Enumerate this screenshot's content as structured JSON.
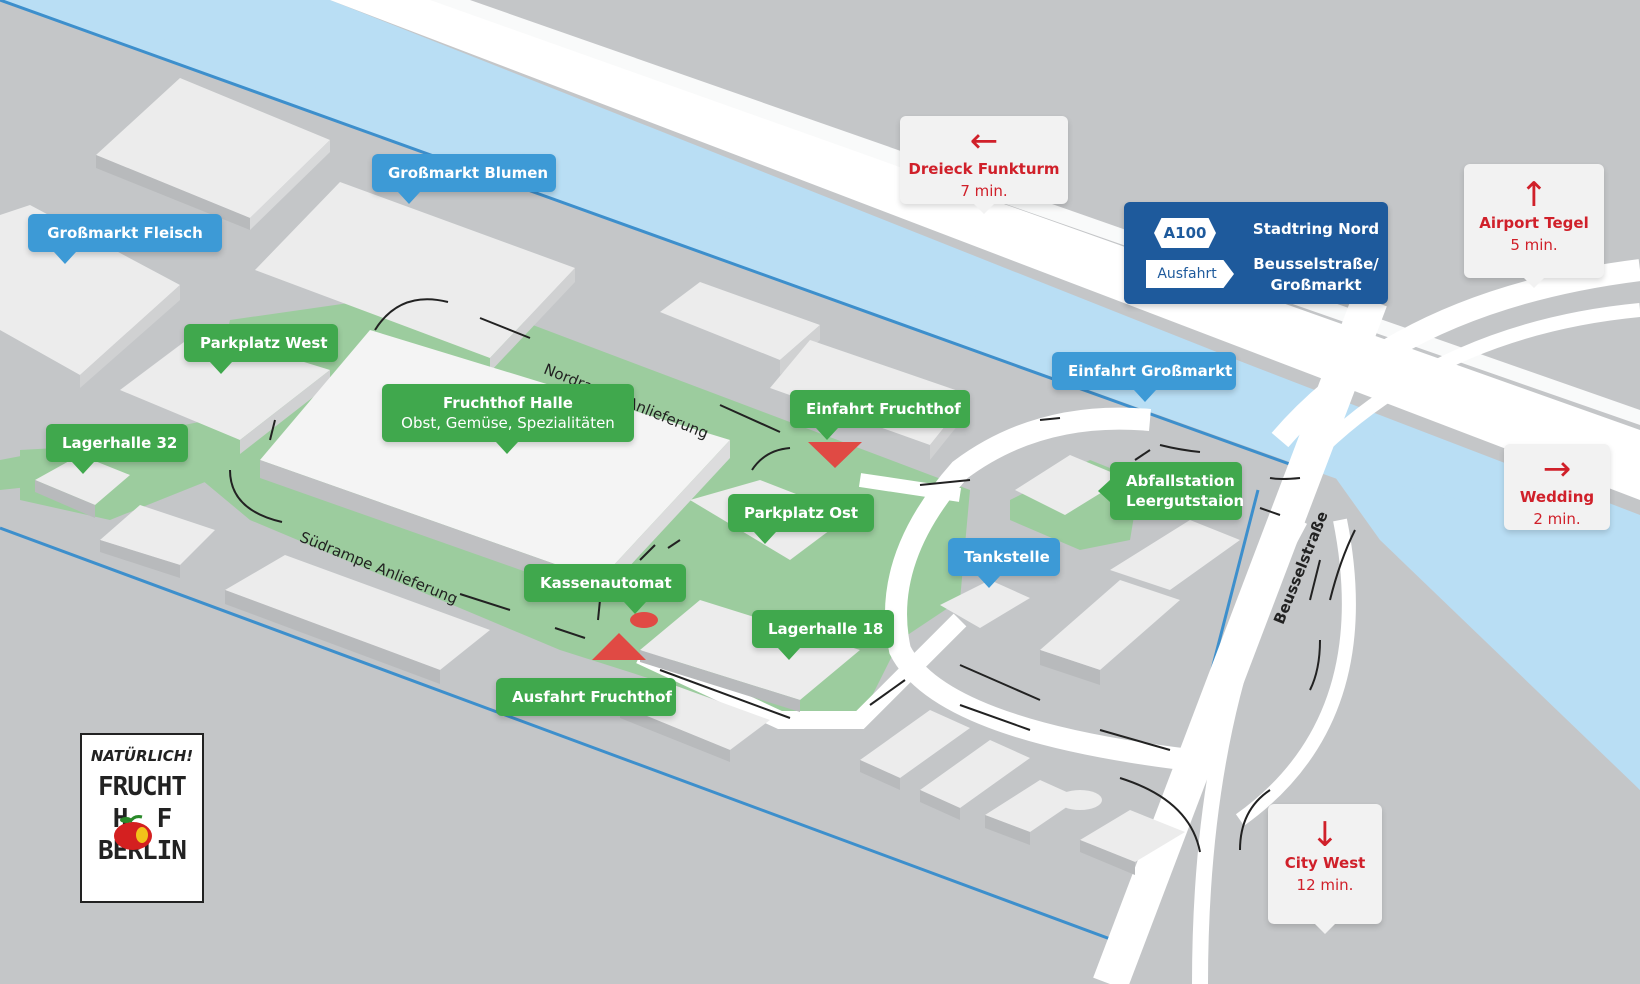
{
  "labels": {
    "grossmarkt_blumen": "Großmarkt Blumen",
    "grossmarkt_fleisch": "Großmarkt Fleisch",
    "parkplatz_west": "Parkplatz West",
    "lagerhalle_32": "Lagerhalle 32",
    "fruchthof_halle": "Fruchthof Halle",
    "fruchthof_halle_sub": "Obst, Gemüse, Spezialitäten",
    "einfahrt_fruchthof": "Einfahrt Fruchthof",
    "parkplatz_ost": "Parkplatz Ost",
    "kassenautomat": "Kassenautomat",
    "lagerhalle_18": "Lagerhalle 18",
    "ausfahrt_fruchthof": "Ausfahrt Fruchthof",
    "einfahrt_grossmarkt": "Einfahrt Großmarkt",
    "abfallstation": "Abfallstation",
    "leergutstaion": "Leergutstaion",
    "tankstelle": "Tankstelle"
  },
  "road_labels": {
    "nordrampe": "Nordrampe Anlieferung",
    "suedrampe": "Südrampe Anlieferung",
    "beusselstrasse": "Beusselstraße"
  },
  "destinations": [
    {
      "arrow": "←",
      "name": "Dreieck Funkturm",
      "time": "7 min."
    },
    {
      "arrow": "↑",
      "name": "Airport Tegel",
      "time": "5 min."
    },
    {
      "arrow": "→",
      "name": "Wedding",
      "time": "2 min."
    },
    {
      "arrow": "↓",
      "name": "City West",
      "time": "12 min."
    }
  ],
  "highway": {
    "shield": "A100",
    "line1": "Stadtring Nord",
    "exit": "Ausfahrt",
    "line2a": "Beusselstraße/",
    "line2b": "Großmarkt"
  },
  "logo": {
    "line1": "NATÜRLICH!",
    "line2": "FRUCHT",
    "line3": "H  F",
    "line4": "BERLIN"
  },
  "colors": {
    "water": "#b9def4",
    "ground": "#c4c6c8",
    "green_area": "#9ccc9e",
    "label_blue": "#3d9ad6",
    "label_green": "#40a84d",
    "highway_box": "#1e5a9c",
    "destination_red": "#d0202a",
    "marker_red": "#e04a44"
  }
}
